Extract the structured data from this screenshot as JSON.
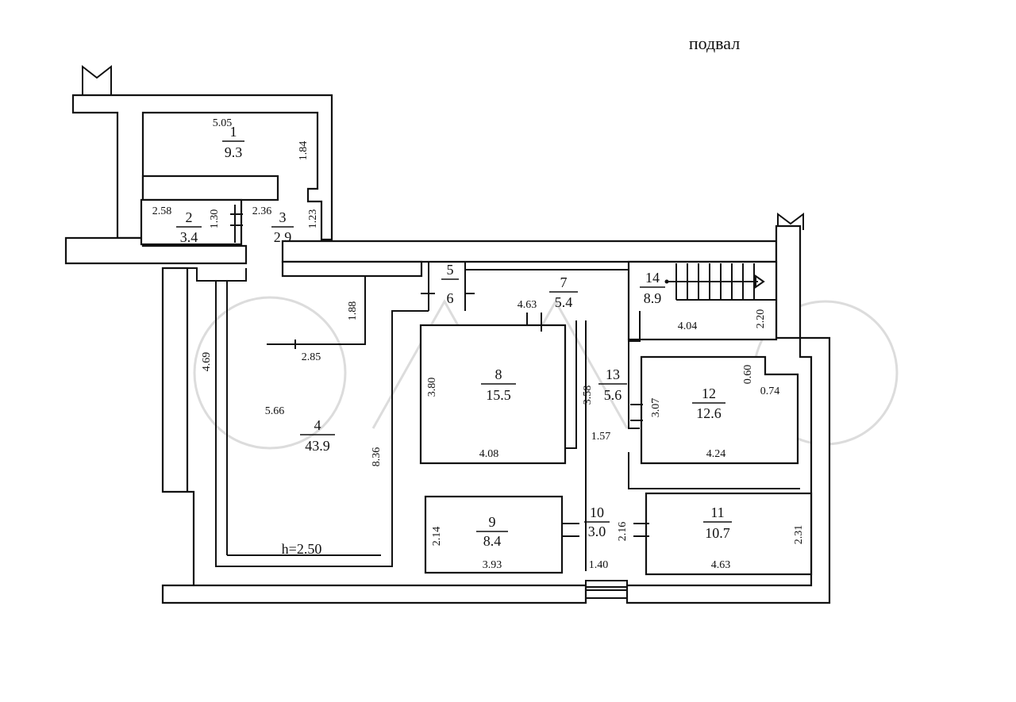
{
  "title": "подвал",
  "rooms": [
    {
      "num": "1",
      "area": "9.3"
    },
    {
      "num": "2",
      "area": "3.4"
    },
    {
      "num": "3",
      "area": "2.9"
    },
    {
      "num": "4",
      "area": "43.9"
    },
    {
      "num": "5",
      "area": ""
    },
    {
      "num": "6",
      "area": ""
    },
    {
      "num": "7",
      "area": "5.4"
    },
    {
      "num": "8",
      "area": "15.5"
    },
    {
      "num": "9",
      "area": "8.4"
    },
    {
      "num": "10",
      "area": "3.0"
    },
    {
      "num": "11",
      "area": "10.7"
    },
    {
      "num": "12",
      "area": "12.6"
    },
    {
      "num": "13",
      "area": "5.6"
    },
    {
      "num": "14",
      "area": "8.9"
    }
  ],
  "dims": {
    "r1_w": "5.05",
    "r1_h": "1.84",
    "r2_w": "2.58",
    "r2_h": "1.30",
    "r3_w": "2.36",
    "r3_h": "1.23",
    "r4_a": "1.88",
    "r4_b": "2.85",
    "r4_h": "4.69",
    "r4_w": "5.66",
    "r4_l": "8.36",
    "r7_w": "4.63",
    "r8_h": "3.80",
    "r8_w": "4.08",
    "r9_h": "2.14",
    "r9_w": "3.93",
    "r10_h": "2.16",
    "r10_w": "1.40",
    "r11_h": "2.31",
    "r11_w": "4.63",
    "r12_h": "3.07",
    "r12_a": "0.60",
    "r12_b": "0.74",
    "r12_w": "4.24",
    "r13_h": "3.58",
    "r13_w": "1.57",
    "r14_h": "2.20",
    "r14_w": "4.04"
  },
  "ceiling_height": "h=2.50"
}
